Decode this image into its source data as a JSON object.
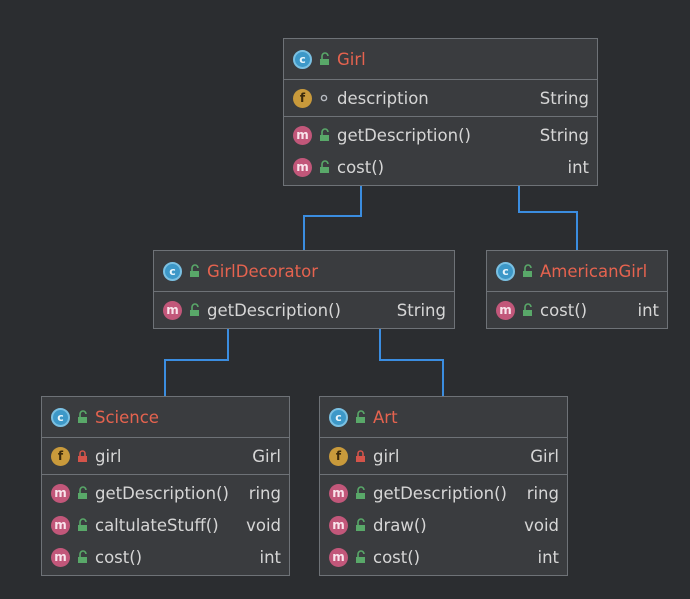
{
  "classes": {
    "girl": {
      "name": "Girl",
      "fields": [
        {
          "kind": "f",
          "name": "description",
          "type": "String"
        }
      ],
      "methods": [
        {
          "kind": "m",
          "name": "getDescription()",
          "type": "String"
        },
        {
          "kind": "m",
          "name": "cost()",
          "type": "int"
        }
      ]
    },
    "girl_decorator": {
      "name": "GirlDecorator",
      "methods": [
        {
          "kind": "m",
          "name": "getDescription()",
          "type": "String"
        }
      ]
    },
    "american_girl": {
      "name": "AmericanGirl",
      "methods": [
        {
          "kind": "m",
          "name": "cost()",
          "type": "int"
        }
      ]
    },
    "science": {
      "name": "Science",
      "fields": [
        {
          "kind": "f",
          "name": "girl",
          "type": "Girl"
        }
      ],
      "methods": [
        {
          "kind": "m",
          "name": "getDescription()",
          "type": "ring"
        },
        {
          "kind": "m",
          "name": "caltulateStuff()",
          "type": "void"
        },
        {
          "kind": "m",
          "name": "cost()",
          "type": "int"
        }
      ]
    },
    "art": {
      "name": "Art",
      "fields": [
        {
          "kind": "f",
          "name": "girl",
          "type": "Girl"
        }
      ],
      "methods": [
        {
          "kind": "m",
          "name": "getDescription()",
          "type": "ring"
        },
        {
          "kind": "m",
          "name": "draw()",
          "type": "void"
        },
        {
          "kind": "m",
          "name": "cost()",
          "type": "int"
        }
      ]
    }
  },
  "icon_kinds": {
    "c": "c",
    "f": "f",
    "m": "m"
  },
  "colors": {
    "background": "#2b2d30",
    "box": "#3a3c3f",
    "border": "#6e7277",
    "title": "#e5634f",
    "text": "#d6d6d6",
    "edge": "#3b8de0"
  },
  "icons": {
    "class": "class-icon",
    "field": "field-icon",
    "method": "method-icon",
    "public": "public-icon",
    "private": "private-lock-icon",
    "package": "package-dot-icon"
  }
}
